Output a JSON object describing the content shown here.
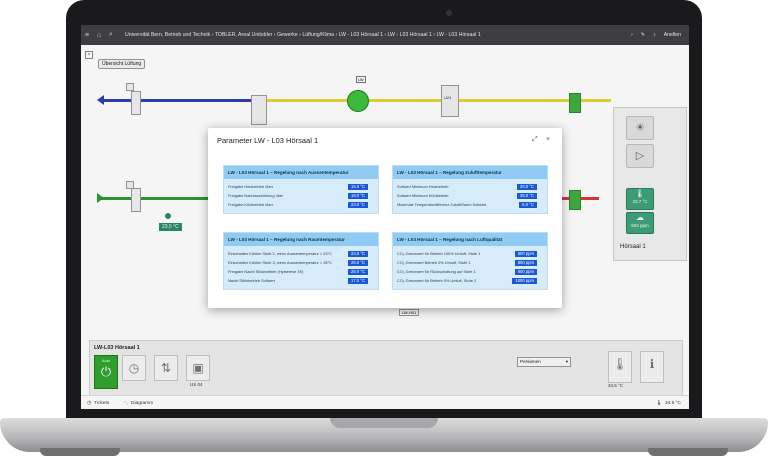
{
  "topbar": {
    "breadcrumb": "Universität Bern, Betrieb und Technik  ›  TOBLER, Areal Unitobler  ›  Gewerke  ›  Lüftung/Klima  ›  LW - L03 Hörsaal 1  ›  LW - L03 Hörsaal 1  ›  LW - L03 Hörsaal 1",
    "user": "Anellen"
  },
  "schematic": {
    "overview_button": "Übersicht Lüftung",
    "outdoor_temp": "23.5 °C",
    "room_name": "Hörsaal 1",
    "room_temp": "23.7 °C",
    "room_co2": "604 ppm",
    "fan_label": "LW",
    "damper_label": "U24",
    "unit_label": "LW-H01"
  },
  "modal": {
    "title": "Parameter LW - L03 Hörsaal 1",
    "cards": [
      {
        "header": "LW - L03 Hörsaal 1 – Regelung nach Aussentemperatur",
        "rows": [
          {
            "label": "Freigabe Heizbetrieb über",
            "value": "15.0 °C"
          },
          {
            "label": "Freigabe Nachtauskühlung über",
            "value": "18.0 °C"
          },
          {
            "label": "Freigabe Kühlbetrieb über",
            "value": "23.0 °C"
          }
        ]
      },
      {
        "header": "LW - L03 Hörsaal 1 – Regelung Zulufttemperatur",
        "rows": [
          {
            "label": "Sollwert Minimum Heizbetrieb",
            "value": "20.0 °C"
          },
          {
            "label": "Sollwert Minimum Kühlbetrieb",
            "value": "25.0 °C"
          },
          {
            "label": "Maximale Temperaturdifferenz Zuluft/Raum Sollwert",
            "value": "5.0 °C"
          }
        ]
      },
      {
        "header": "LW - L03 Hörsaal 1 – Regelung nach Raumtemperatur",
        "rows": [
          {
            "label": "Einschalten Kühlen Stufe 2, wenn Aussentemperatur > 23°C",
            "value": "23.0 °C"
          },
          {
            "label": "Einschalten Kühlen Stufe 3, wenn Aussentemperatur > 28°C",
            "value": "26.0 °C"
          },
          {
            "label": "Freigabe Nacht Stützbetrieb (Hysterese 3K)",
            "value": "28.0 °C"
          },
          {
            "label": "Nacht Stützbetrieb Sollwert",
            "value": "17.0 °C"
          }
        ]
      },
      {
        "header": "LW - L03 Hörsaal 1 – Regelung nach Luftqualität",
        "rows": [
          {
            "label": "CO₂-Grenzwert für Betrieb 100% Umluft, Stufe 1",
            "value": "600 ppm"
          },
          {
            "label": "CO₂-Grenzwert Betrieb 0% Umluft, Stufe 1",
            "value": "800 ppm"
          },
          {
            "label": "CO₂-Grenzwert für Rückschaltung auf Stufe 1",
            "value": "800 ppm"
          },
          {
            "label": "CO₂-Grenzwert für Betrieb 0% Umluft, Stufe 2",
            "value": "1000 ppm"
          }
        ]
      }
    ]
  },
  "bottom": {
    "title": "LW-L03 Hörsaal 1",
    "auto_label": "Auto",
    "us_label": "US 04",
    "select_value": "Persienen",
    "temp_value": "34.6 °C"
  },
  "statusbar": {
    "tickets": "Tickets",
    "diagramm": "Diagramm",
    "temp": "34.6 °C"
  },
  "colors": {
    "supply": "#e4d632",
    "exhaust": "#2e9a2e",
    "outdoor": "#2f3fb3",
    "accent": "#1a58d6"
  }
}
